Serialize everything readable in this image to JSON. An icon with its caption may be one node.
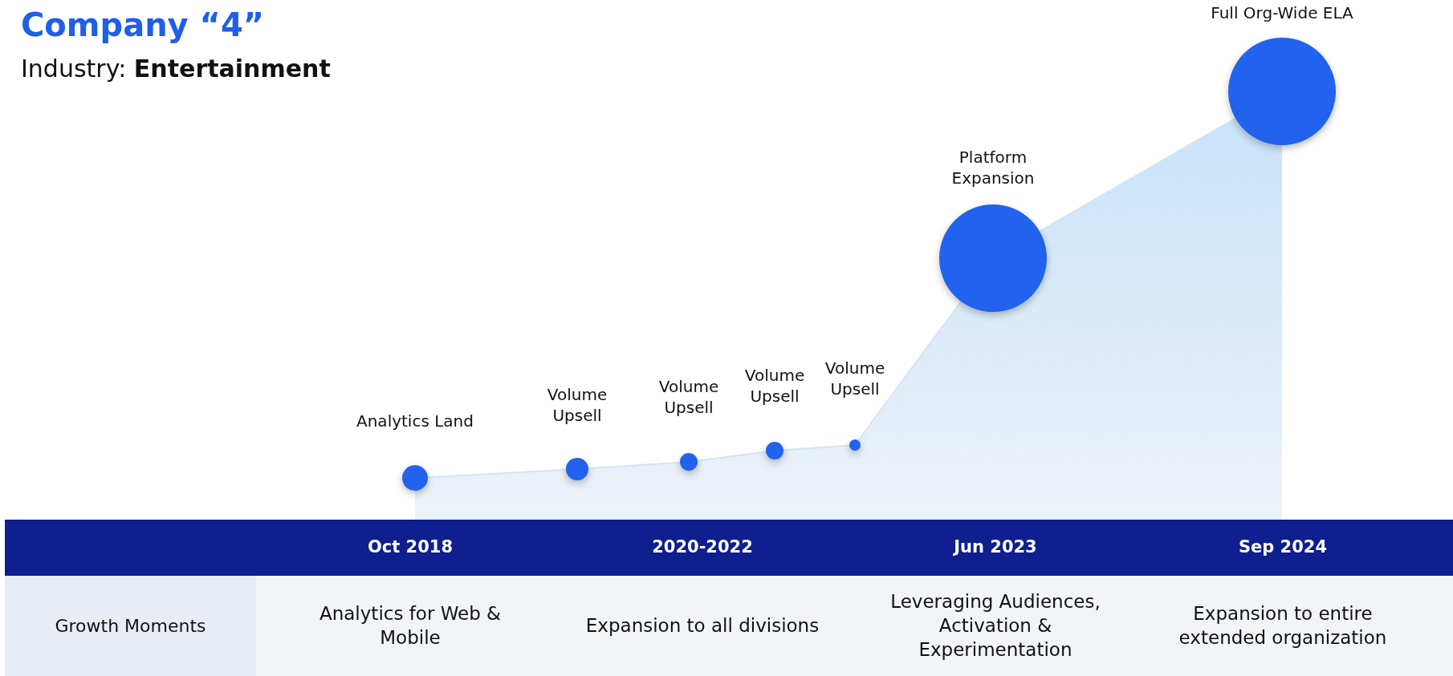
{
  "diagram": {
    "title": "Company “4”",
    "nodes": [
      {
        "text": [
          "Analytics Land"
        ]
      },
      {
        "text": [
          "Volume Upsell"
        ]
      },
      {
        "text": [
          "Volume Upsell"
        ]
      },
      {
        "text": [
          "Volume Upsell"
        ]
      },
      {
        "text": [
          "Volume Upsell"
        ]
      },
      {
        "text": [
          "Platform Expansion"
        ]
      },
      {
        "text": [
          "Full Org-Wide ELA"
        ]
      }
    ],
    "edges": [
      {
        "from": 0,
        "to": 1,
        "arrow": "none"
      },
      {
        "from": 1,
        "to": 2,
        "arrow": "none"
      },
      {
        "from": 2,
        "to": 3,
        "arrow": "none"
      },
      {
        "from": 3,
        "to": 4,
        "arrow": "none"
      },
      {
        "from": 4,
        "to": 5,
        "arrow": "none"
      },
      {
        "from": 5,
        "to": 6,
        "arrow": "none"
      }
    ],
    "labels": [
      "Industry: **Entertainment**",
      "Oct 2018",
      "2020-2022",
      "Jun 2023",
      "Sep 2024",
      "Growth Moments",
      "Analytics for Web & Mobile",
      "Expansion to all divisions",
      "Leveraging Audiences, Activation & Experimentation",
      "Expansion to entire extended organization"
    ]
  }
}
